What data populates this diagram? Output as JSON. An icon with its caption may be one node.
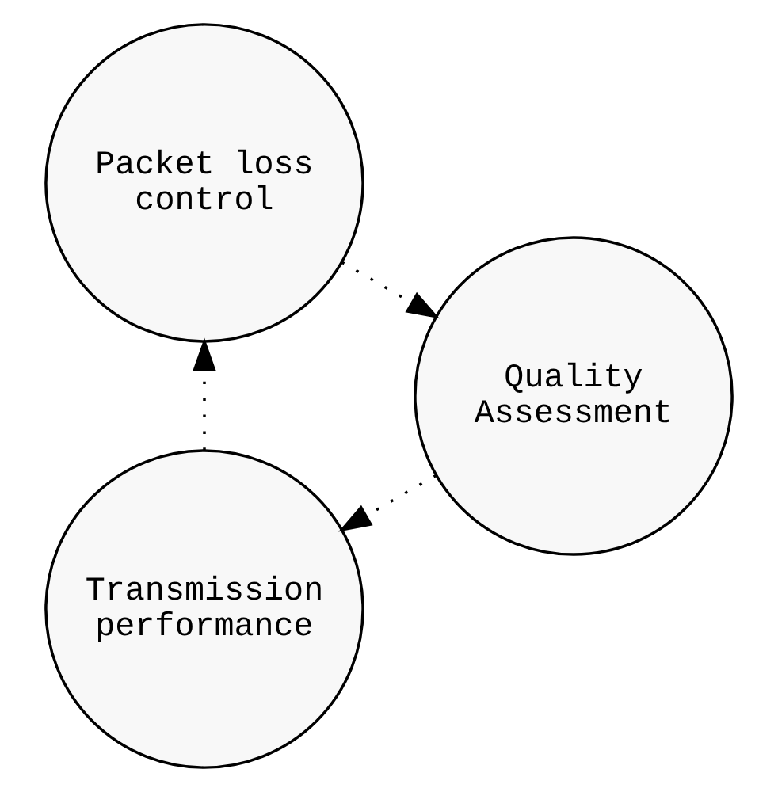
{
  "diagram": {
    "nodes": [
      {
        "text": [
          "Transmission performance"
        ]
      },
      {
        "text": [
          "Packet loss control"
        ]
      },
      {
        "text": [
          "Quality Assessment"
        ]
      }
    ],
    "edges": [
      {
        "from": 0,
        "to": 1,
        "arrow": "to",
        "style": "dashed"
      },
      {
        "from": 1,
        "to": 2,
        "arrow": "to",
        "style": "dashed"
      },
      {
        "from": 2,
        "to": 0,
        "arrow": "to",
        "style": "dashed"
      }
    ]
  }
}
